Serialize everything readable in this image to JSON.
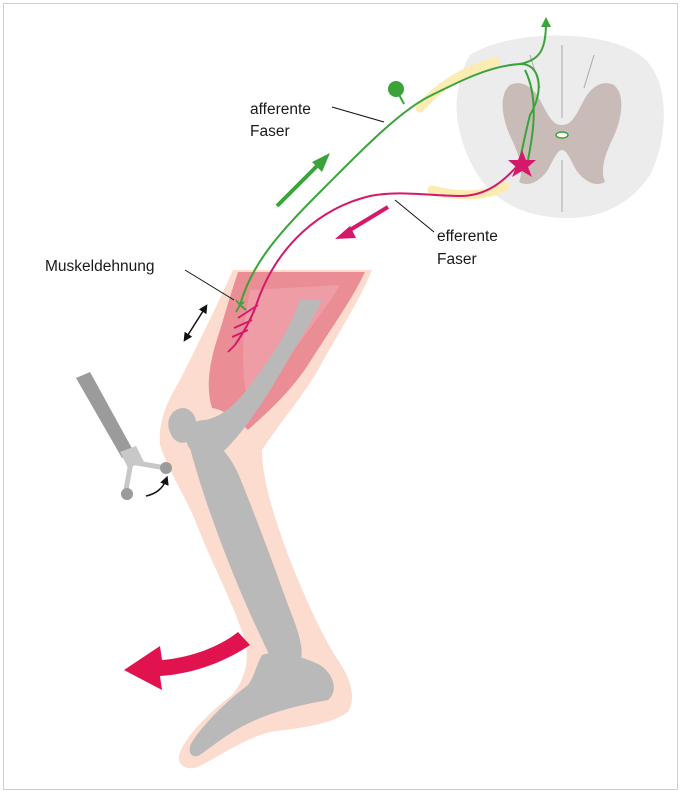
{
  "labels": {
    "afferent_line1": "afferente",
    "afferent_line2": "Faser",
    "efferent_line1": "efferente",
    "efferent_line2": "Faser",
    "muscle_stretch": "Muskeldehnung"
  },
  "colors": {
    "afferent": "#3aa33a",
    "efferent": "#d6186b",
    "skin": "#fbdccf",
    "muscle": "#e87f8b",
    "bone": "#b9b9b9",
    "spinal_white_matter": "#ececec",
    "spinal_grey_matter": "#c9bcb8",
    "nerve_root": "#fbedb2",
    "movement_arrow": "#e0134f"
  }
}
